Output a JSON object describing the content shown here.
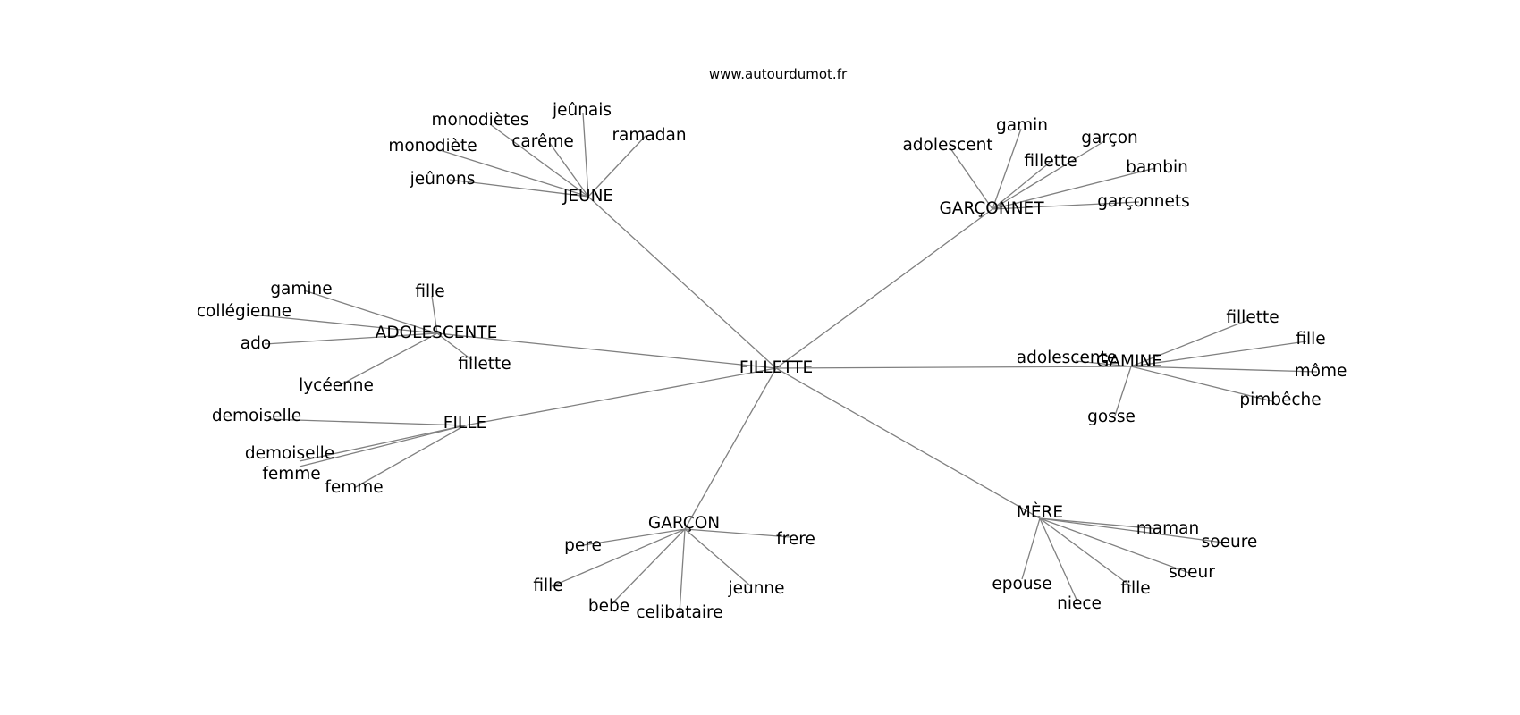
{
  "source": "www.autourdumot.fr",
  "center": "FILLETTE",
  "clusters": [
    {
      "id": "jeune",
      "label": "JEUNE",
      "leaves": [
        "jeûnais",
        "monodiètes",
        "carême",
        "ramadan",
        "monodiète",
        "jeûnons"
      ]
    },
    {
      "id": "garconnet",
      "label": "GARÇONNET",
      "leaves": [
        "gamin",
        "adolescent",
        "garçon",
        "fillette",
        "bambin",
        "garçonnets"
      ]
    },
    {
      "id": "adolescente",
      "label": "ADOLESCENTE",
      "leaves": [
        "gamine",
        "fille",
        "collégienne",
        "ado",
        "fillette",
        "lycéenne"
      ]
    },
    {
      "id": "gamine",
      "label": "GAMINE",
      "leaves": [
        "fillette",
        "fille",
        "adolescente",
        "môme",
        "pimbêche",
        "gosse"
      ]
    },
    {
      "id": "fille",
      "label": "FILLE",
      "leaves": [
        "demoiselle",
        "demoiselle",
        "femme",
        "femme"
      ]
    },
    {
      "id": "garcon",
      "label": "GARÇON",
      "leaves": [
        "frere",
        "pere",
        "fille",
        "jeunne",
        "bebe",
        "celibataire"
      ]
    },
    {
      "id": "mere",
      "label": "MÈRE",
      "leaves": [
        "maman",
        "soeure",
        "soeur",
        "epouse",
        "fille",
        "niece"
      ]
    }
  ]
}
